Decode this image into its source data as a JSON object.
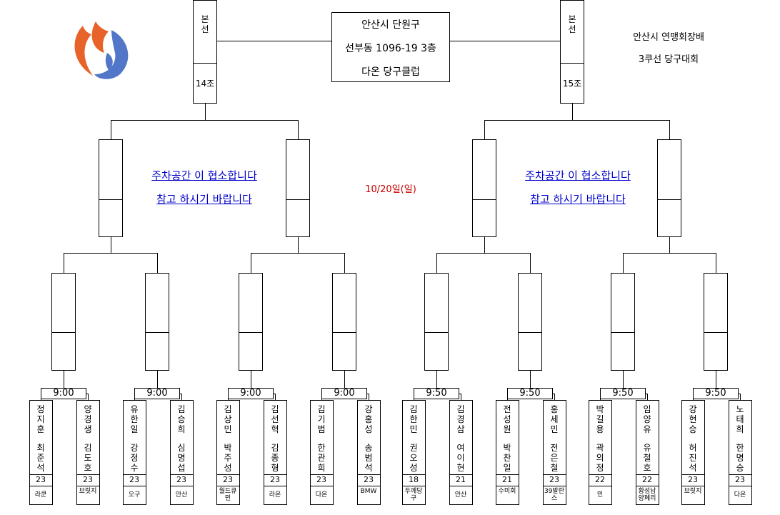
{
  "header": {
    "venue_lines": [
      "안산시 단원구",
      "선부동 1096-19 3층",
      "다온 당구클럽"
    ],
    "event_lines": [
      "안산시 연맹회장배",
      "3쿠선 당구대회"
    ],
    "date": "10/20일(일)"
  },
  "final_labels": {
    "left_main": "본선",
    "left_group": "14조",
    "right_main": "본선",
    "right_group": "15조"
  },
  "notice": {
    "line1": "주차공간 이 협소합니다",
    "line2": "참고 하시기 바랍니다"
  },
  "colors": {
    "notice": "#0000cc",
    "date": "#cc0000",
    "logo_orange": "#e8632a",
    "logo_blue": "#5277c9"
  },
  "matches": [
    {
      "time": "9:00",
      "players": [
        {
          "name1": "정지훈",
          "name2": "최준석",
          "score": "23",
          "club": "라쿤"
        },
        {
          "name1": "양경생",
          "name2": "김도호",
          "score": "23",
          "club": "브릿지"
        }
      ]
    },
    {
      "time": "9:00",
      "players": [
        {
          "name1": "유한일",
          "name2": "강정수",
          "score": "23",
          "club": "오구"
        },
        {
          "name1": "김승희",
          "name2": "심명섭",
          "score": "23",
          "club": "안산"
        }
      ]
    },
    {
      "time": "9:00",
      "players": [
        {
          "name1": "김상민",
          "name2": "박주성",
          "score": "23",
          "club": "월드큐민"
        },
        {
          "name1": "김선혁",
          "name2": "김종형",
          "score": "23",
          "club": "라온"
        }
      ]
    },
    {
      "time": "9:00",
      "players": [
        {
          "name1": "김기범",
          "name2": "한관희",
          "score": "23",
          "club": "다온"
        },
        {
          "name1": "강홍성",
          "name2": "송범석",
          "score": "23",
          "club": "BMW"
        }
      ]
    },
    {
      "time": "9:50",
      "players": [
        {
          "name1": "김한민",
          "name2": "권오성",
          "score": "18",
          "club": "두께당구"
        },
        {
          "name1": "김경삼",
          "name2": "여이현",
          "score": "21",
          "club": "안산"
        }
      ]
    },
    {
      "time": "9:50",
      "players": [
        {
          "name1": "전성원",
          "name2": "박찬일",
          "score": "21",
          "club": "수미회"
        },
        {
          "name1": "홍세민",
          "name2": "전은철",
          "score": "23",
          "club": "39발란스"
        }
      ]
    },
    {
      "time": "9:50",
      "players": [
        {
          "name1": "박길용",
          "name2": "곽의정",
          "score": "22",
          "club": "민"
        },
        {
          "name1": "임양유",
          "name2": "유철호",
          "score": "22",
          "club": "황성남양폐리"
        }
      ]
    },
    {
      "time": "9:50",
      "players": [
        {
          "name1": "강현승",
          "name2": "허진석",
          "score": "23",
          "club": "브릿지"
        },
        {
          "name1": "노태희",
          "name2": "한명승",
          "score": "23",
          "club": "다온"
        }
      ]
    }
  ]
}
